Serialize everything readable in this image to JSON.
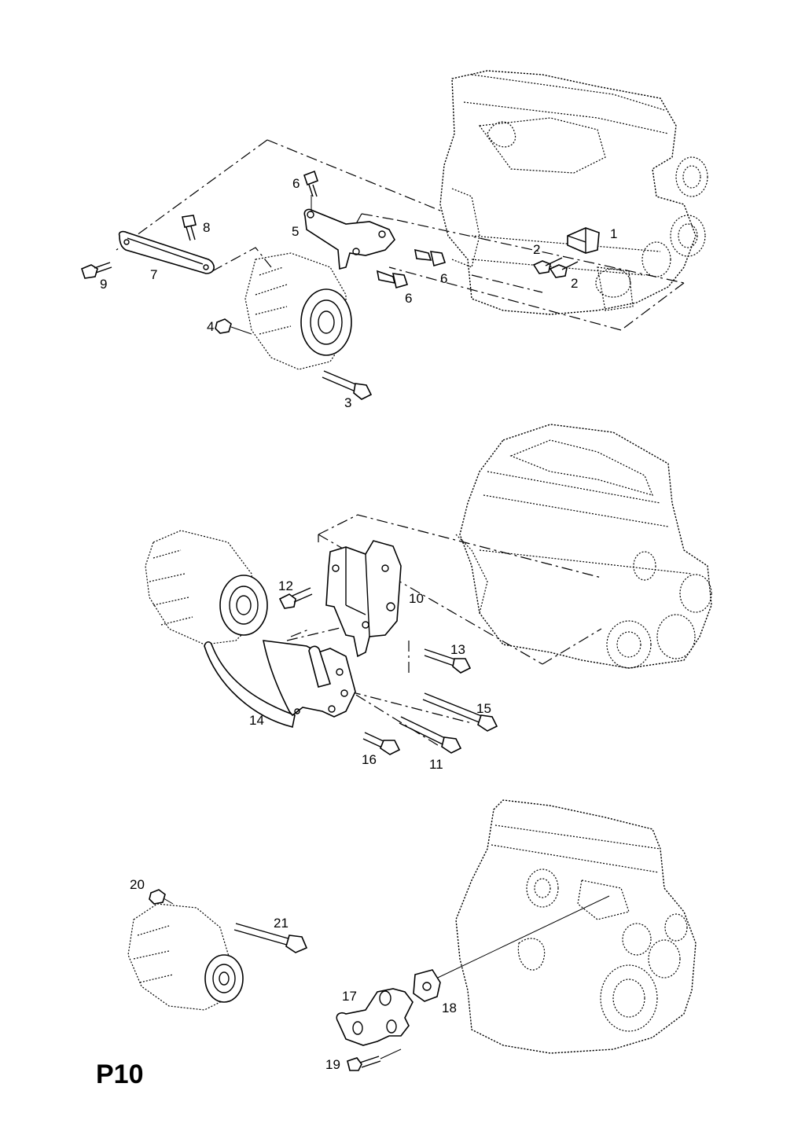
{
  "page_code": "P10",
  "sections": [
    {
      "name": "top-assembly",
      "labels": [
        "1",
        "2",
        "2",
        "3",
        "4",
        "5",
        "6",
        "6",
        "6",
        "7",
        "8",
        "9"
      ]
    },
    {
      "name": "middle-assembly",
      "labels": [
        "10",
        "11",
        "12",
        "13",
        "14",
        "15",
        "16"
      ]
    },
    {
      "name": "bottom-assembly",
      "labels": [
        "17",
        "18",
        "19",
        "20",
        "21"
      ]
    }
  ]
}
